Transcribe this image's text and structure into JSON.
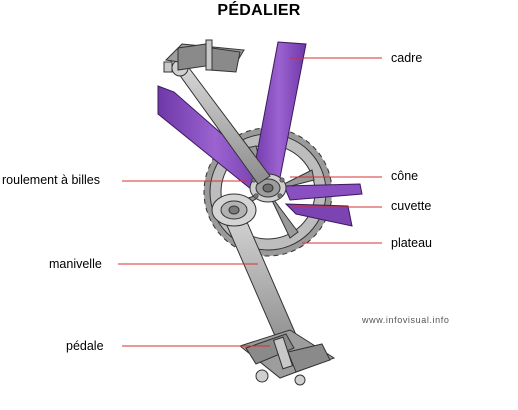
{
  "title": "PÉDALIER",
  "labels": {
    "cadre": "cadre",
    "roulement": "roulement à billes",
    "cone": "cône",
    "cuvette": "cuvette",
    "plateau": "plateau",
    "manivelle": "manivelle",
    "pedale": "pédale"
  },
  "watermark": "www.infovisual.info",
  "colors": {
    "frame_purple": "#8a4fc0",
    "frame_purple_dark": "#5e2d8c",
    "metal_gray": "#a9a9a9",
    "metal_dark": "#6e6e6e",
    "leader_red": "#d43030"
  }
}
